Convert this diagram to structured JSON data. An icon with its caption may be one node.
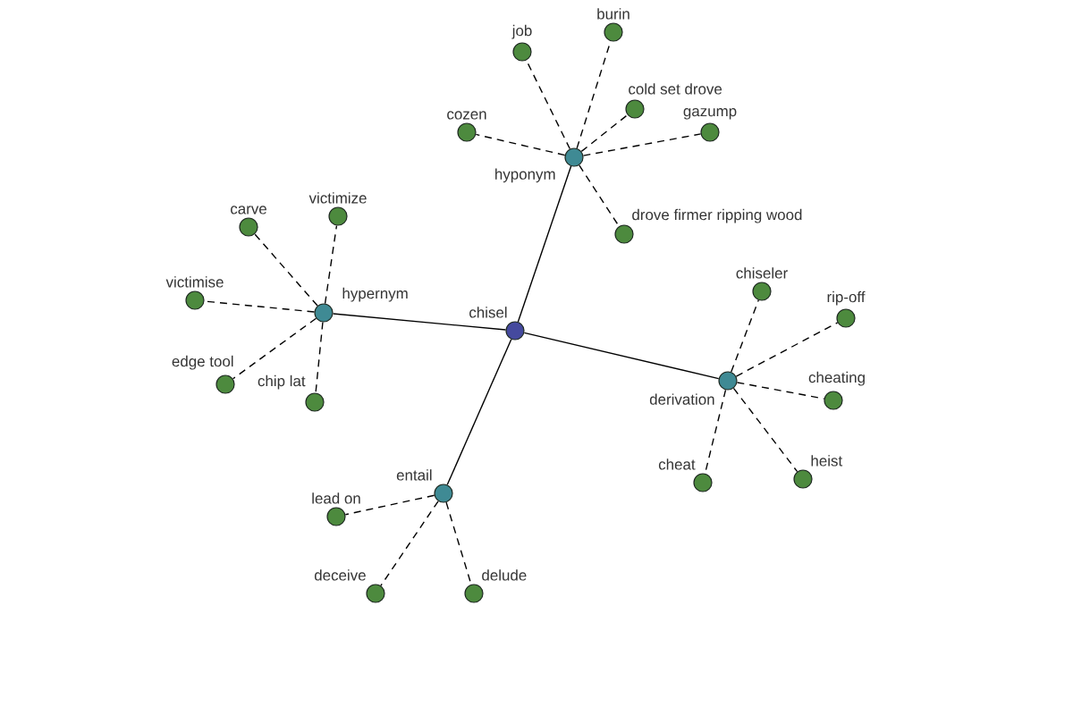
{
  "diagram": {
    "nodes": [
      {
        "text": [
          "chisel"
        ]
      },
      {
        "text": [
          "hypernym"
        ]
      },
      {
        "text": [
          "carve"
        ]
      },
      {
        "text": [
          "victimize"
        ]
      },
      {
        "text": [
          "victimise"
        ]
      },
      {
        "text": [
          "edge tool"
        ]
      },
      {
        "text": [
          "chip lat"
        ]
      },
      {
        "text": [
          "hyponym"
        ]
      },
      {
        "text": [
          "job"
        ]
      },
      {
        "text": [
          "burin"
        ]
      },
      {
        "text": [
          "cold set drove"
        ]
      },
      {
        "text": [
          "cozen"
        ]
      },
      {
        "text": [
          "gazump"
        ]
      },
      {
        "text": [
          "drove firmer ripping wood"
        ]
      },
      {
        "text": [
          "derivation"
        ]
      },
      {
        "text": [
          "chiseler"
        ]
      },
      {
        "text": [
          "rip-off"
        ]
      },
      {
        "text": [
          "cheating"
        ]
      },
      {
        "text": [
          "cheat"
        ]
      },
      {
        "text": [
          "heist"
        ]
      },
      {
        "text": [
          "entail"
        ]
      },
      {
        "text": [
          "lead on"
        ]
      },
      {
        "text": [
          "deceive"
        ]
      },
      {
        "text": [
          "delude"
        ]
      }
    ],
    "edges": [
      {
        "from": 0,
        "to": 1,
        "arrow": "none"
      },
      {
        "from": 0,
        "to": 7,
        "arrow": "none"
      },
      {
        "from": 0,
        "to": 14,
        "arrow": "none"
      },
      {
        "from": 0,
        "to": 20,
        "arrow": "none"
      },
      {
        "from": 1,
        "to": 2,
        "arrow": "none",
        "style": "dashed"
      },
      {
        "from": 1,
        "to": 3,
        "arrow": "none",
        "style": "dashed"
      },
      {
        "from": 1,
        "to": 4,
        "arrow": "none",
        "style": "dashed"
      },
      {
        "from": 1,
        "to": 5,
        "arrow": "none",
        "style": "dashed"
      },
      {
        "from": 1,
        "to": 6,
        "arrow": "none",
        "style": "dashed"
      },
      {
        "from": 7,
        "to": 8,
        "arrow": "none",
        "style": "dashed"
      },
      {
        "from": 7,
        "to": 9,
        "arrow": "none",
        "style": "dashed"
      },
      {
        "from": 7,
        "to": 10,
        "arrow": "none",
        "style": "dashed"
      },
      {
        "from": 7,
        "to": 11,
        "arrow": "none",
        "style": "dashed"
      },
      {
        "from": 7,
        "to": 12,
        "arrow": "none",
        "style": "dashed"
      },
      {
        "from": 7,
        "to": 13,
        "arrow": "none",
        "style": "dashed"
      },
      {
        "from": 14,
        "to": 15,
        "arrow": "none",
        "style": "dashed"
      },
      {
        "from": 14,
        "to": 16,
        "arrow": "none",
        "style": "dashed"
      },
      {
        "from": 14,
        "to": 17,
        "arrow": "none",
        "style": "dashed"
      },
      {
        "from": 14,
        "to": 18,
        "arrow": "none",
        "style": "dashed"
      },
      {
        "from": 14,
        "to": 19,
        "arrow": "none",
        "style": "dashed"
      },
      {
        "from": 20,
        "to": 21,
        "arrow": "none",
        "style": "dashed"
      },
      {
        "from": 20,
        "to": 22,
        "arrow": "none",
        "style": "dashed"
      },
      {
        "from": 20,
        "to": 23,
        "arrow": "none",
        "style": "dashed"
      }
    ]
  }
}
